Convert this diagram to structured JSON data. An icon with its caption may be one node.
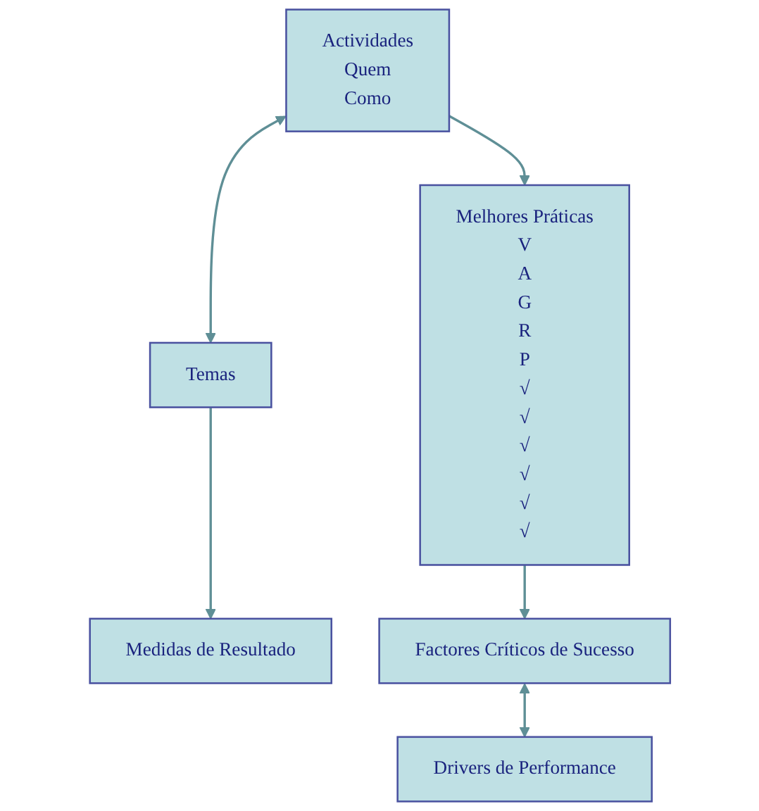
{
  "diagram": {
    "nodes": [
      {
        "text": [
          "Actividades",
          "Quem",
          "Como"
        ]
      },
      {
        "text": [
          "Temas"
        ]
      },
      {
        "text": [
          "Melhores Práticas",
          "V",
          "A",
          "G",
          "R",
          "P",
          "√",
          "√",
          "√",
          "√",
          "√",
          "√"
        ]
      },
      {
        "text": [
          "Medidas de Resultado"
        ]
      },
      {
        "text": [
          "Factores Críticos de Sucesso"
        ]
      },
      {
        "text": [
          "Drivers de Performance"
        ]
      }
    ],
    "edges": [
      {
        "from": 0,
        "to": 1,
        "arrow": "both"
      },
      {
        "from": 0,
        "to": 2,
        "arrow": "to"
      },
      {
        "from": 1,
        "to": 3,
        "arrow": "to"
      },
      {
        "from": 2,
        "to": 4,
        "arrow": "to"
      },
      {
        "from": 4,
        "to": 5,
        "arrow": "both"
      }
    ]
  }
}
